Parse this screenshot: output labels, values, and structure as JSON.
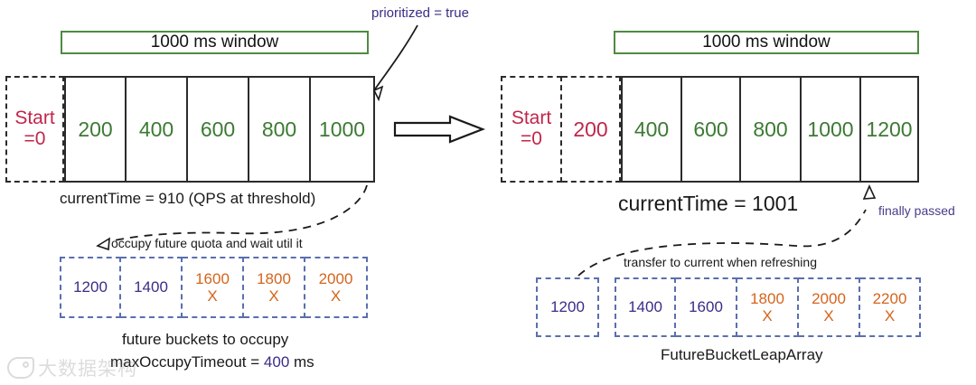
{
  "diagram": {
    "title_left": "1000 ms window",
    "title_right": "1000 ms window"
  },
  "left_panel": {
    "window_label": "1000 ms window",
    "start_label_line1": "Start",
    "start_label_line2": "=0",
    "buckets": [
      "200",
      "400",
      "600",
      "800",
      "1000"
    ],
    "current_time_caption": "currentTime = 910 (QPS at threshold)",
    "annotation_prioritized": "prioritized = true",
    "annotation_occupy": "occupy future quota and wait util it",
    "future_buckets": [
      {
        "value": "1200",
        "mark": "",
        "state": "occupied"
      },
      {
        "value": "1400",
        "mark": "",
        "state": "occupied"
      },
      {
        "value": "1600",
        "mark": "X",
        "state": "rejected"
      },
      {
        "value": "1800",
        "mark": "X",
        "state": "rejected"
      },
      {
        "value": "2000",
        "mark": "X",
        "state": "rejected"
      }
    ],
    "future_caption": "future buckets to occupy",
    "timeout_prefix": "maxOccupyTimeout = ",
    "timeout_value": "400",
    "timeout_suffix": " ms"
  },
  "right_panel": {
    "window_label": "1000 ms window",
    "start_label_line1": "Start",
    "start_label_line2": "=0",
    "expired_bucket": "200",
    "buckets": [
      "400",
      "600",
      "800",
      "1000",
      "1200"
    ],
    "current_time_caption": "currentTime = 1001",
    "annotation_finally_passed": "finally passed",
    "annotation_transfer": "transfer to current when refreshing",
    "transferred_bucket": {
      "value": "1200",
      "mark": "",
      "state": "transferred"
    },
    "future_buckets": [
      {
        "value": "1400",
        "mark": "",
        "state": "occupied"
      },
      {
        "value": "1600",
        "mark": "",
        "state": "occupied"
      },
      {
        "value": "1800",
        "mark": "X",
        "state": "rejected"
      },
      {
        "value": "2000",
        "mark": "X",
        "state": "rejected"
      },
      {
        "value": "2200",
        "mark": "X",
        "state": "rejected"
      }
    ],
    "future_caption": "FutureBucketLeapArray"
  },
  "watermark": {
    "text": "大数据架构"
  },
  "colors": {
    "window_border": "#4f8a43",
    "bucket_value": "#3c7a33",
    "expired_value": "#c0264a",
    "future_value": "#3b2c86",
    "rejected_value": "#d4641c",
    "annotation": "#3b2c86",
    "line": "#2b2b2b"
  }
}
